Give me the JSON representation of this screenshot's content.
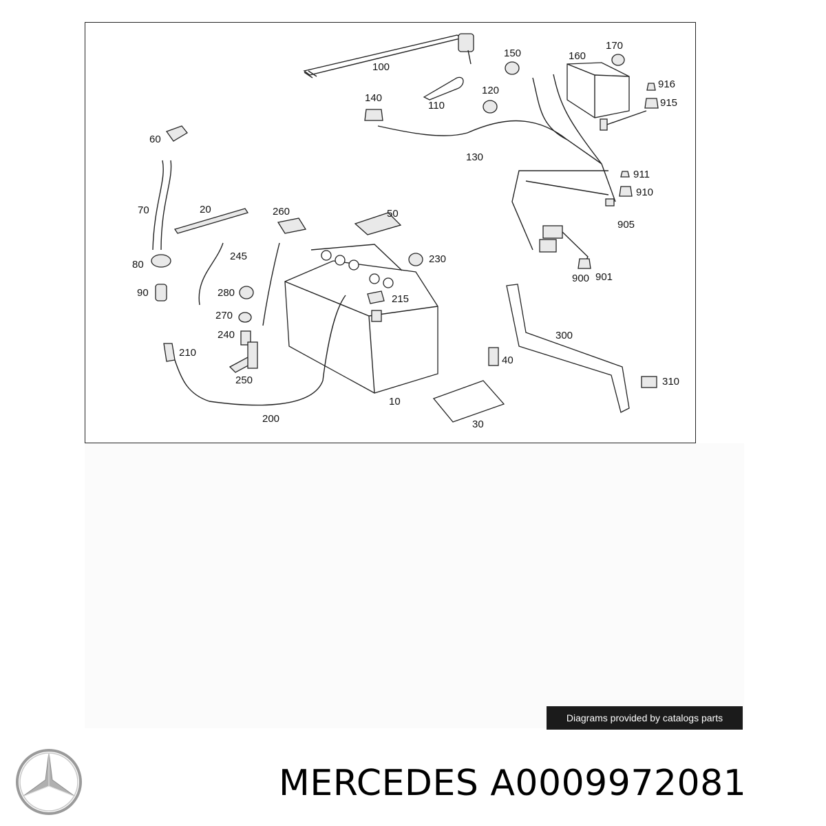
{
  "diagram": {
    "labels": [
      {
        "id": "100",
        "text": "100"
      },
      {
        "id": "150",
        "text": "150"
      },
      {
        "id": "160",
        "text": "160"
      },
      {
        "id": "170",
        "text": "170"
      },
      {
        "id": "916",
        "text": "916"
      },
      {
        "id": "915",
        "text": "915"
      },
      {
        "id": "140",
        "text": "140"
      },
      {
        "id": "110",
        "text": "110"
      },
      {
        "id": "120",
        "text": "120"
      },
      {
        "id": "60",
        "text": "60"
      },
      {
        "id": "130",
        "text": "130"
      },
      {
        "id": "911",
        "text": "911"
      },
      {
        "id": "910",
        "text": "910"
      },
      {
        "id": "70",
        "text": "70"
      },
      {
        "id": "20",
        "text": "20"
      },
      {
        "id": "260",
        "text": "260"
      },
      {
        "id": "50",
        "text": "50"
      },
      {
        "id": "905",
        "text": "905"
      },
      {
        "id": "80",
        "text": "80"
      },
      {
        "id": "245",
        "text": "245"
      },
      {
        "id": "230",
        "text": "230"
      },
      {
        "id": "900",
        "text": "900"
      },
      {
        "id": "901",
        "text": "901"
      },
      {
        "id": "90",
        "text": "90"
      },
      {
        "id": "280",
        "text": "280"
      },
      {
        "id": "215",
        "text": "215"
      },
      {
        "id": "270",
        "text": "270"
      },
      {
        "id": "240",
        "text": "240"
      },
      {
        "id": "300",
        "text": "300"
      },
      {
        "id": "210",
        "text": "210"
      },
      {
        "id": "40",
        "text": "40"
      },
      {
        "id": "250",
        "text": "250"
      },
      {
        "id": "310",
        "text": "310"
      },
      {
        "id": "10",
        "text": "10"
      },
      {
        "id": "200",
        "text": "200"
      },
      {
        "id": "30",
        "text": "30"
      }
    ]
  },
  "credit_text": "Diagrams provided by catalogs parts",
  "caption": "MERCEDES A0009972081",
  "logo_icon": "mercedes-star-logo"
}
